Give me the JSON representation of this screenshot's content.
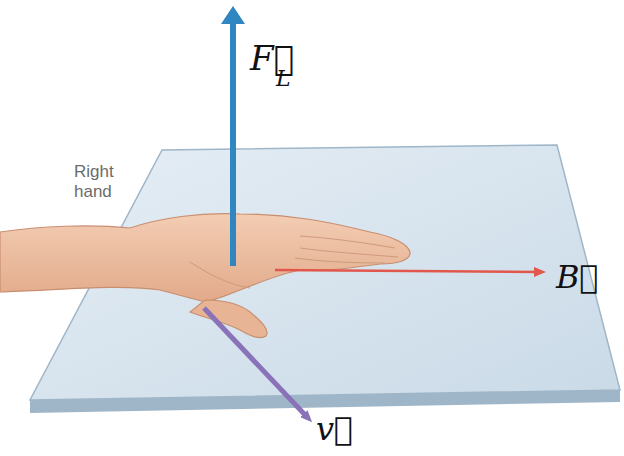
{
  "diagram": {
    "labels": [
      "Right hand",
      "F⃗",
      "L",
      "B⃗",
      "v⃗"
    ]
  }
}
